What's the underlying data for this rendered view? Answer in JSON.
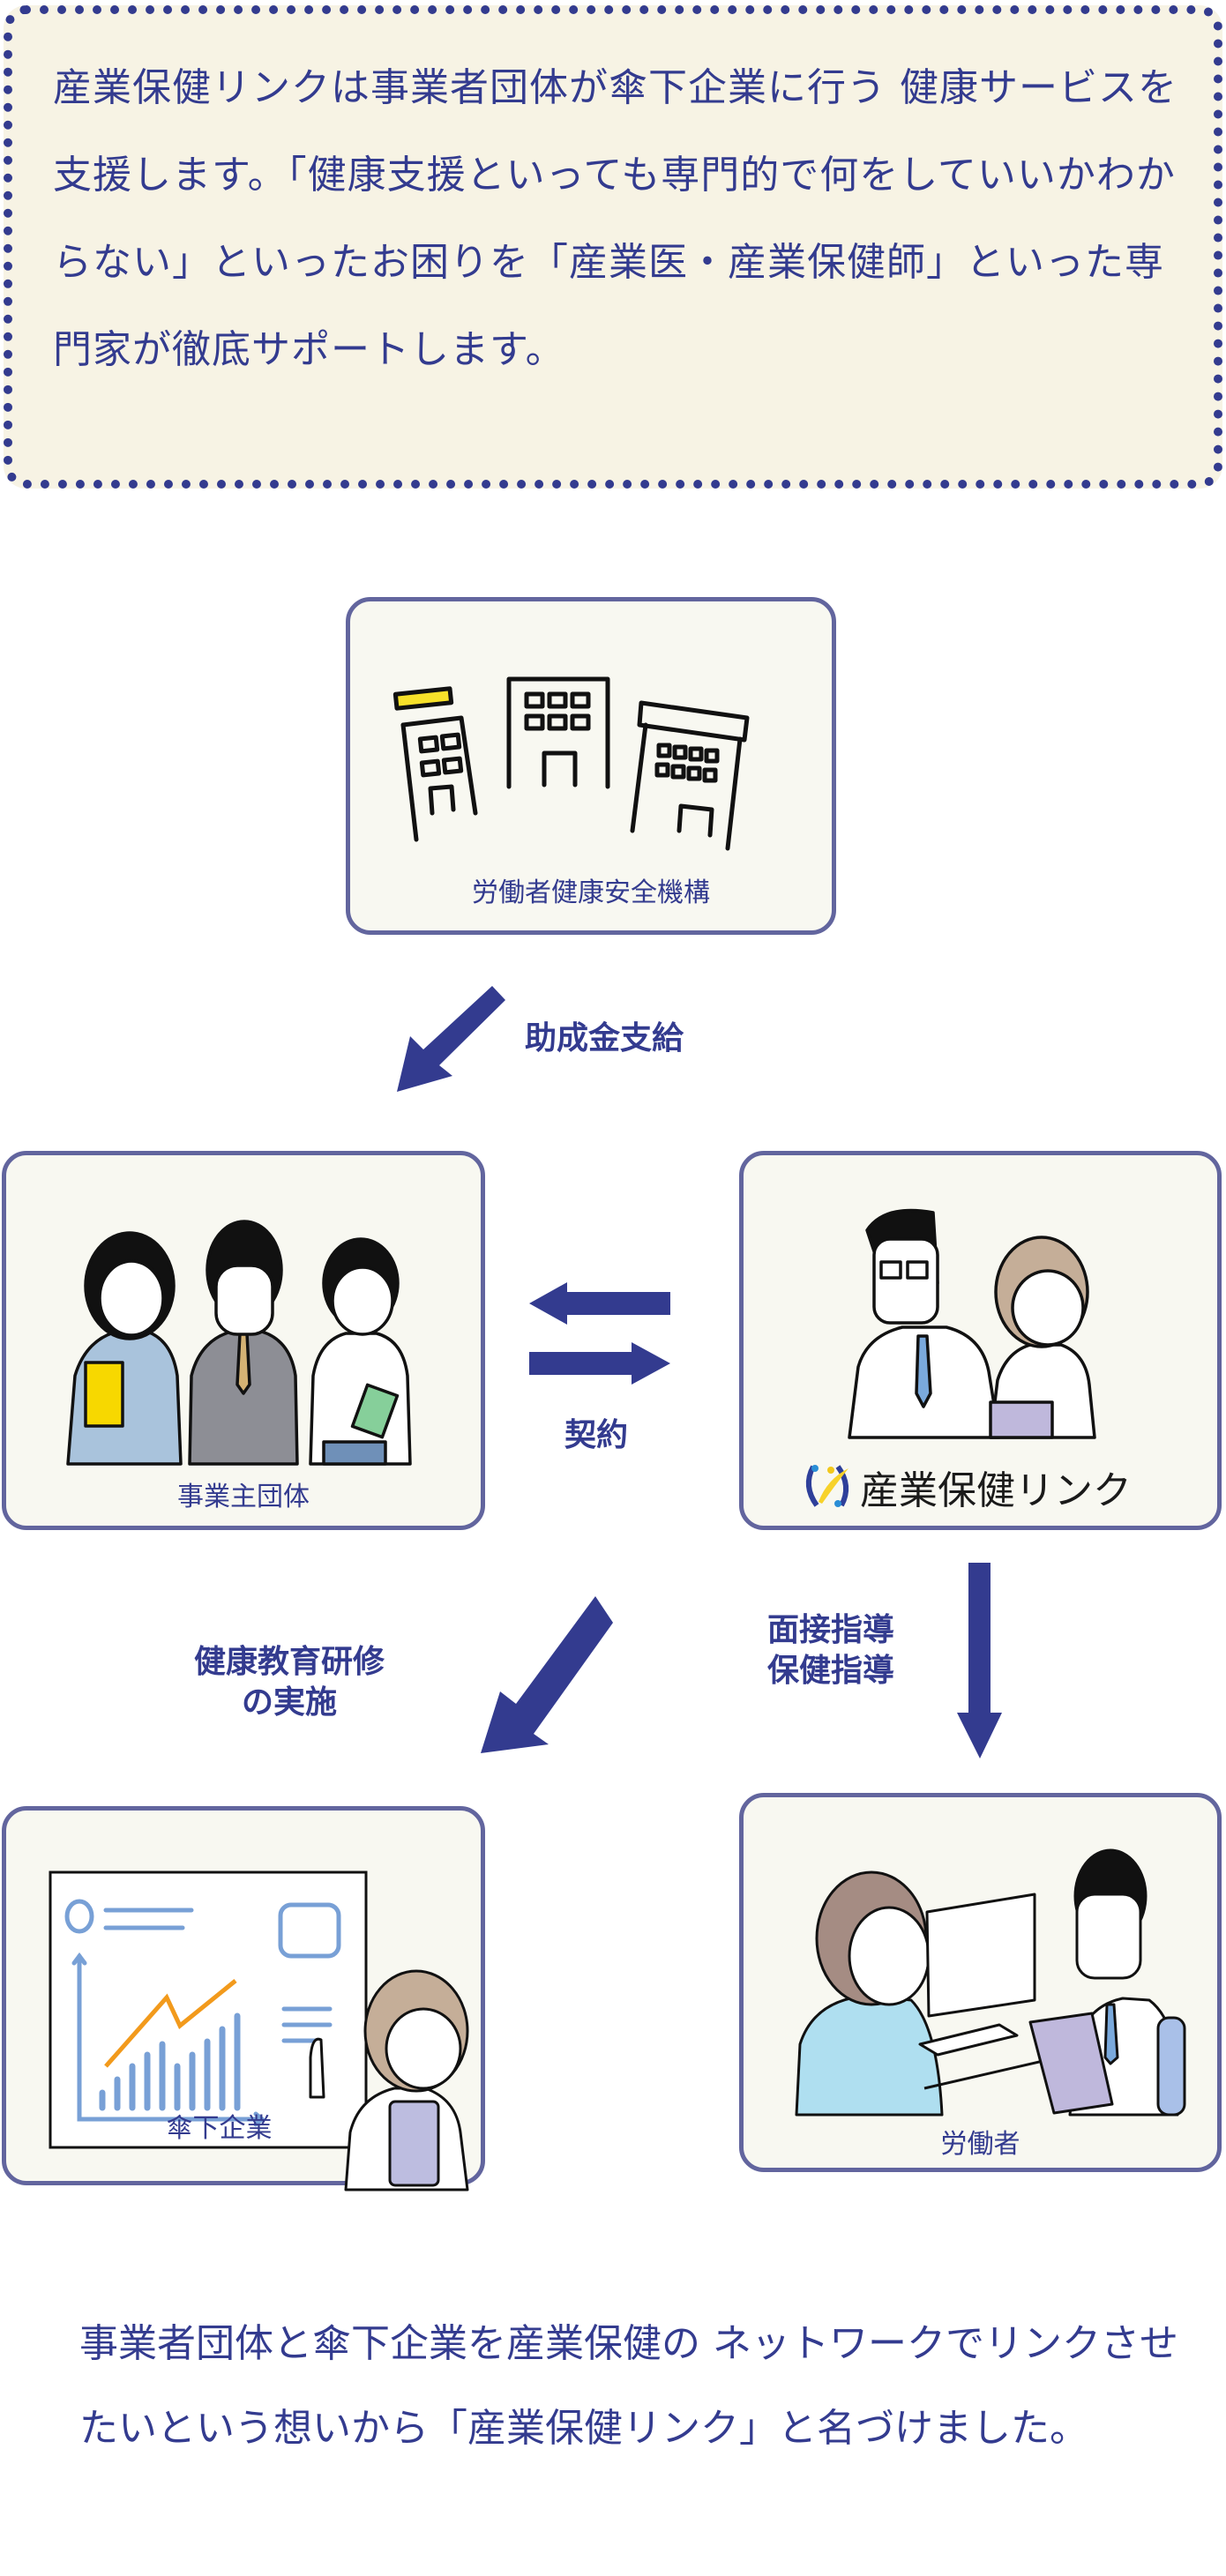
{
  "intro": {
    "text": "産業保健リンクは事業者団体が傘下企業に行う 健康サービスを支援します。「健康支援といっても専門的で何をしていいかわからない」といったお困りを「産業医・産業保健師」といった専門家が徹底サポートします。"
  },
  "nodes": {
    "agency": {
      "label": "労働者健康安全機構",
      "illustration": "office-buildings-icon"
    },
    "employer_group": {
      "label": "事業主団体",
      "illustration": "business-people-icon"
    },
    "link_service": {
      "label": "産業保健リンク",
      "illustration": "doctor-and-nurse-icon",
      "logo": "sangyo-hoken-link-logo"
    },
    "affiliates": {
      "label": "傘下企業",
      "illustration": "presentation-training-icon"
    },
    "workers": {
      "label": "労働者",
      "illustration": "medical-consultation-icon"
    }
  },
  "arrows": {
    "subsidy": {
      "label": "助成金支給"
    },
    "contract": {
      "label": "契約"
    },
    "training": {
      "label_line1": "健康教育研修",
      "label_line2": "の実施"
    },
    "guidance": {
      "label_line1": "面接指導",
      "label_line2": "保健指導"
    }
  },
  "outro": {
    "text": "事業者団体と傘下企業を産業保健の ネットワークでリンクさせたいという想いから「産業保健リンク」と名づけました。"
  },
  "colors": {
    "primary": "#333b8f",
    "box_border": "#62659e",
    "intro_bg": "#f7f3e4",
    "node_bg": "#f8f8f1",
    "accent_yellow": "#f7e12a",
    "chart_orange": "#f29a1c",
    "chart_blue": "#78a0d6"
  }
}
